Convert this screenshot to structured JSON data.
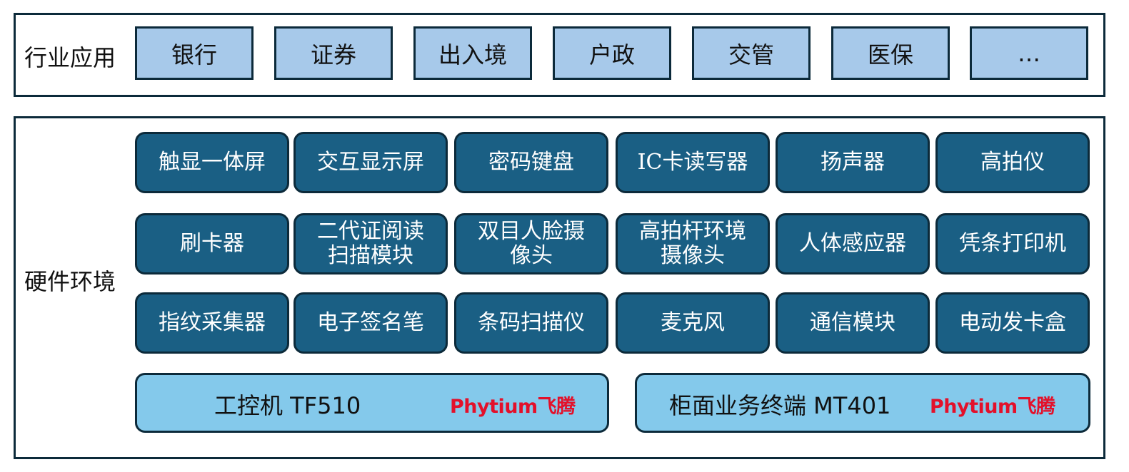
{
  "industry_apps": {
    "label": "行业应用",
    "items": [
      "银行",
      "证券",
      "出入境",
      "户政",
      "交管",
      "医保",
      "…"
    ]
  },
  "hardware": {
    "label": "硬件环境",
    "rows": [
      [
        "触显一体屏",
        "交互显示屏",
        "密码键盘",
        "IC卡读写器",
        "扬声器",
        "高拍仪"
      ],
      [
        "刷卡器",
        "二代证阅读\n扫描模块",
        "双目人脸摄\n像头",
        "高拍杆环境\n摄像头",
        "人体感应器",
        "凭条打印机"
      ],
      [
        "指纹采集器",
        "电子签名笔",
        "条码扫描仪",
        "麦克风",
        "通信模块",
        "电动发卡盒"
      ]
    ],
    "hosts": [
      {
        "name": "工控机 TF510",
        "brand": "Phytium飞腾"
      },
      {
        "name": "柜面业务终端 MT401",
        "brand": "Phytium飞腾"
      }
    ]
  },
  "colors": {
    "app_fill": "#a7c9ea",
    "hw_fill": "#1a5f84",
    "host_fill": "#84c9eb",
    "border": "#0c2a3a",
    "brand": "#e3102a"
  }
}
